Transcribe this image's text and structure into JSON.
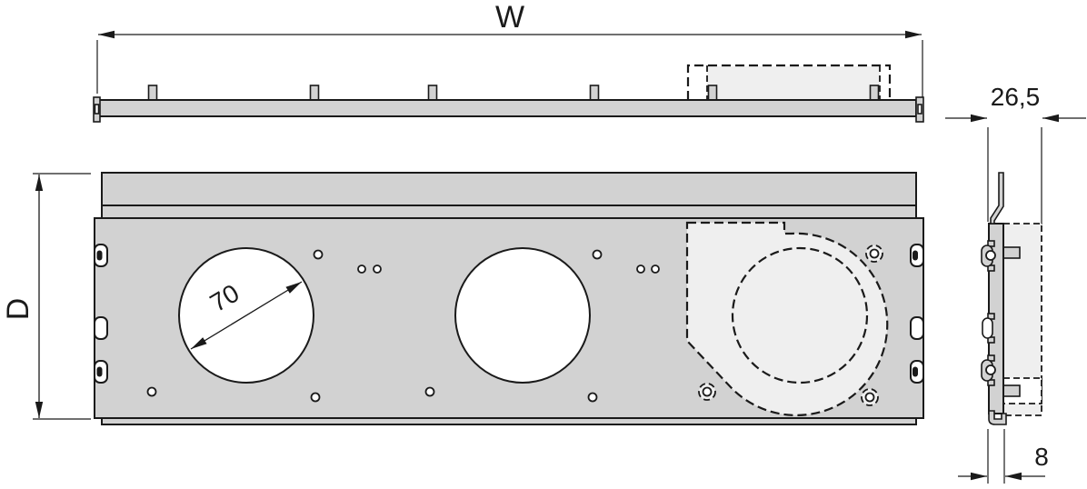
{
  "drawing": {
    "labels": {
      "width": "W",
      "depth": "D",
      "cutout_diameter": "70",
      "side_depth": "26,5",
      "flange_thickness": "8"
    },
    "colors": {
      "background": "#ffffff",
      "plate": "#d2d2d2",
      "fan": "#efefef",
      "line": "#1a1a1a"
    }
  }
}
